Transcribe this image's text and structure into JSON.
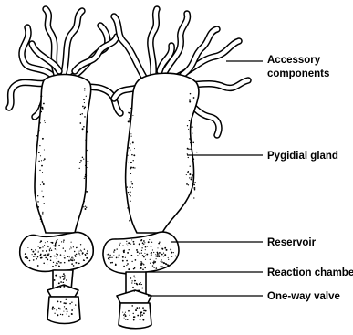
{
  "labels": {
    "accessory_line1": "Accessory",
    "accessory_line2": "components",
    "pygidial_gland": "Pygidial gland",
    "reservoir": "Reservoir",
    "reaction_chamber": "Reaction chamber",
    "one_way_valve": "One-way valve"
  }
}
